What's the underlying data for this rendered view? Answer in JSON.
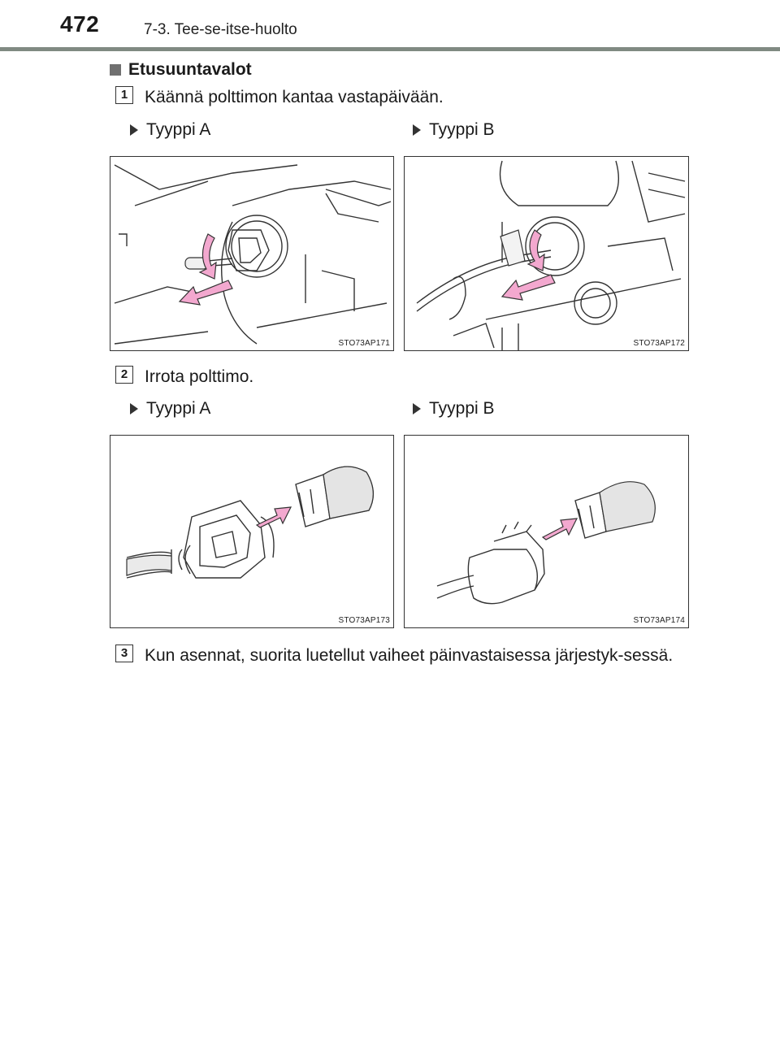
{
  "header": {
    "page_number": "472",
    "section_path": "7-3. Tee-se-itse-huolto"
  },
  "section": {
    "heading": "Etusuuntavalot"
  },
  "steps": [
    {
      "badge": "1",
      "text": "Käännä polttimon kantaa vastapäivään.",
      "type_a_label": "Tyyppi A",
      "type_b_label": "Tyyppi B",
      "figure_a_code": "STO73AP171",
      "figure_b_code": "STO73AP172"
    },
    {
      "badge": "2",
      "text": "Irrota polttimo.",
      "type_a_label": "Tyyppi A",
      "type_b_label": "Tyyppi B",
      "figure_a_code": "STO73AP173",
      "figure_b_code": "STO73AP174"
    },
    {
      "badge": "3",
      "text": "Kun asennat, suorita luetellut vaiheet päinvastaisessa järjestyk-sessä."
    }
  ],
  "figure_a1_mark": "-",
  "colors": {
    "arrow_pink": "#f3a8cf",
    "line": "#333333",
    "header_rule": "#808a82"
  },
  "icons": {
    "bullet": "square-bullet",
    "type_marker": "triangle-right-icon"
  }
}
